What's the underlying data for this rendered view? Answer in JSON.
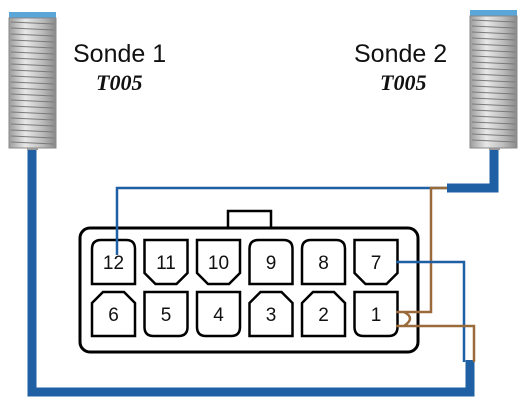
{
  "probes": [
    {
      "id": "sonde-1",
      "label": "Sonde 1",
      "model": "T005"
    },
    {
      "id": "sonde-2",
      "label": "Sonde 2",
      "model": "T005"
    }
  ],
  "connector": {
    "top_row": [
      {
        "pin": "12",
        "shape": "round-top"
      },
      {
        "pin": "11",
        "shape": "chamfer-top"
      },
      {
        "pin": "10",
        "shape": "chamfer-top"
      },
      {
        "pin": "9",
        "shape": "round-top"
      },
      {
        "pin": "8",
        "shape": "round-top"
      },
      {
        "pin": "7",
        "shape": "chamfer-top"
      }
    ],
    "bottom_row": [
      {
        "pin": "6",
        "shape": "chamfer-bottom"
      },
      {
        "pin": "5",
        "shape": "round-bottom"
      },
      {
        "pin": "4",
        "shape": "round-bottom"
      },
      {
        "pin": "3",
        "shape": "chamfer-bottom"
      },
      {
        "pin": "2",
        "shape": "chamfer-bottom"
      },
      {
        "pin": "1",
        "shape": "round-bottom"
      }
    ]
  },
  "colors": {
    "wire_blue": "#1f5fa3",
    "wire_brown": "#9a6a3a",
    "probe_metal": "#c8c8c8",
    "probe_tip": "#5aa6d8"
  }
}
